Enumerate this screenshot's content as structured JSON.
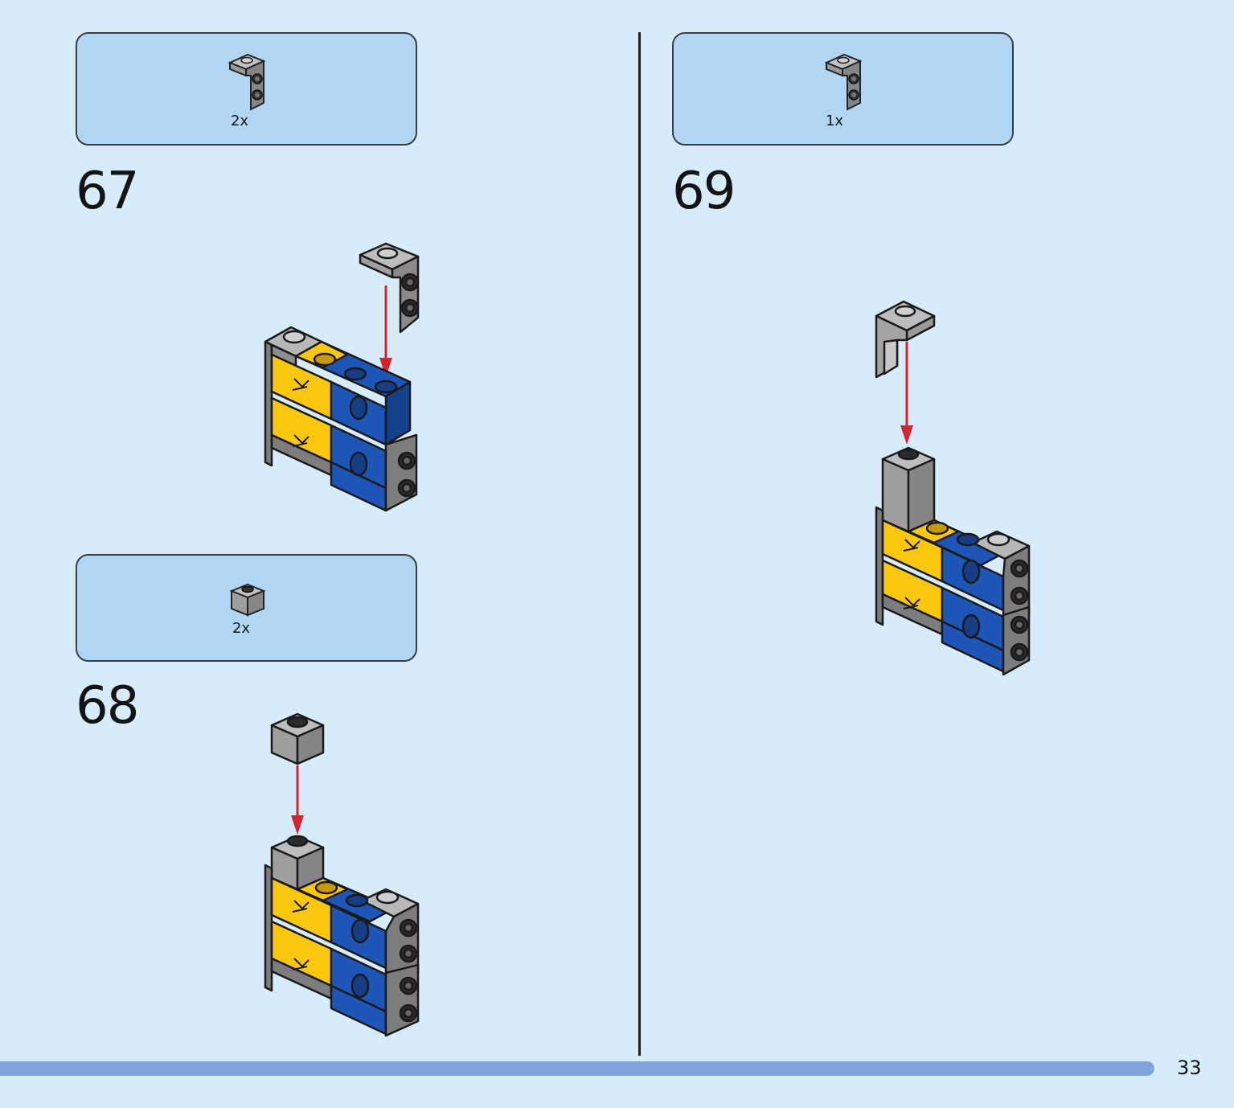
{
  "colors": {
    "background": "#d6ecfb",
    "parts_box": "#b1d6f4",
    "brick_yellow": "#f9c80e",
    "brick_blue": "#1e56b8",
    "brick_gray": "#9c9c9c",
    "arrow_red": "#d2262f",
    "footer_bar": "#7fa5da"
  },
  "steps": [
    {
      "number": "67",
      "parts": [
        {
          "icon": "bracket-1x2-icon",
          "quantity": "2x"
        }
      ]
    },
    {
      "number": "68",
      "parts": [
        {
          "icon": "brick-1x1-icon",
          "quantity": "2x"
        }
      ]
    },
    {
      "number": "69",
      "parts": [
        {
          "icon": "bracket-1x2-icon",
          "quantity": "1x"
        }
      ]
    }
  ],
  "page_number": "33"
}
